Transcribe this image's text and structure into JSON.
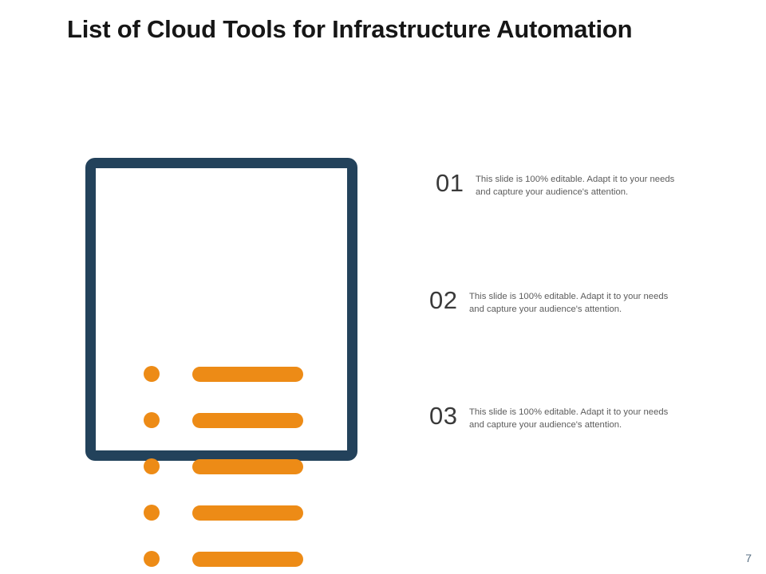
{
  "slide": {
    "title": "List of Cloud Tools for Infrastructure Automation",
    "page_number": "7",
    "background_color": "#FFFFFF"
  },
  "colors": {
    "frame_navy": "#23425B",
    "accent_orange": "#ED8B16",
    "title_text": "#161616",
    "number_text": "#3A3A3A",
    "body_text": "#5C5C5C",
    "page_number_text": "#5A7184"
  },
  "graphic": {
    "name": "checklist-icon",
    "rows": [
      {
        "bullet": "bullet-dot",
        "bar": "bar-line"
      },
      {
        "bullet": "bullet-dot",
        "bar": "bar-line"
      },
      {
        "bullet": "bullet-dot",
        "bar": "bar-line"
      },
      {
        "bullet": "bullet-dot",
        "bar": "bar-line"
      },
      {
        "bullet": "bullet-dot",
        "bar": "bar-line"
      }
    ]
  },
  "content_blocks": [
    {
      "number": "01",
      "text": "This slide is 100% editable. Adapt it to your needs and capture your audience's attention."
    },
    {
      "number": "02",
      "text": "This slide is 100% editable. Adapt it to your needs and capture your audience's attention."
    },
    {
      "number": "03",
      "text": "This slide is 100% editable. Adapt it to your needs and capture your audience's attention."
    }
  ]
}
